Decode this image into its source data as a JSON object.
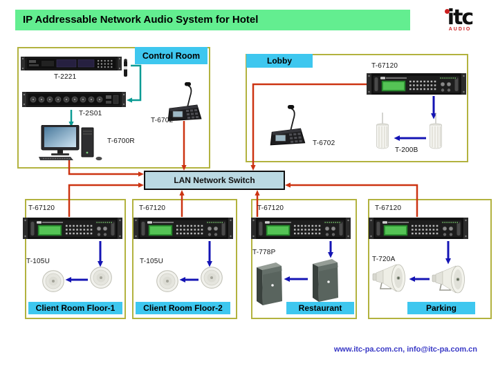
{
  "title": "IP Addressable Network Audio System for Hotel",
  "logo": {
    "text": "itc",
    "sub": "AUDIO"
  },
  "footer": "www.itc-pa.com.cn, info@itc-pa.com.cn",
  "network_switch": {
    "label": "LAN Network Switch"
  },
  "sections": {
    "control_room": {
      "label": "Control Room",
      "devices": {
        "t2221": "T-2221",
        "t2s01": "T-2S01",
        "t6700r": "T-6700R",
        "t6702": "T-6702"
      }
    },
    "lobby": {
      "label": "Lobby",
      "devices": {
        "amp": "T-67120",
        "mic": "T-6702",
        "speaker": "T-200B"
      }
    },
    "floor1": {
      "label": "Client Room Floor-1",
      "devices": {
        "amp": "T-67120",
        "speaker": "T-105U"
      }
    },
    "floor2": {
      "label": "Client Room Floor-2",
      "devices": {
        "amp": "T-67120",
        "speaker": "T-105U"
      }
    },
    "restaurant": {
      "label": "Restaurant",
      "devices": {
        "amp": "T-67120",
        "speaker": "T-778P"
      }
    },
    "parking": {
      "label": "Parking",
      "devices": {
        "amp": "T-67120",
        "speaker": "T-720A"
      }
    }
  },
  "colors": {
    "title_bg": "#63ee90",
    "section_border": "#b2b23e",
    "zone_label_bg": "#3ec7ef",
    "switch_fill": "#bad9e2",
    "network_line": "#cc3311",
    "audio_line": "#1414b4",
    "control_line": "#0b9b94",
    "footer_text": "#3939c6",
    "logo_red": "#cc2020"
  }
}
